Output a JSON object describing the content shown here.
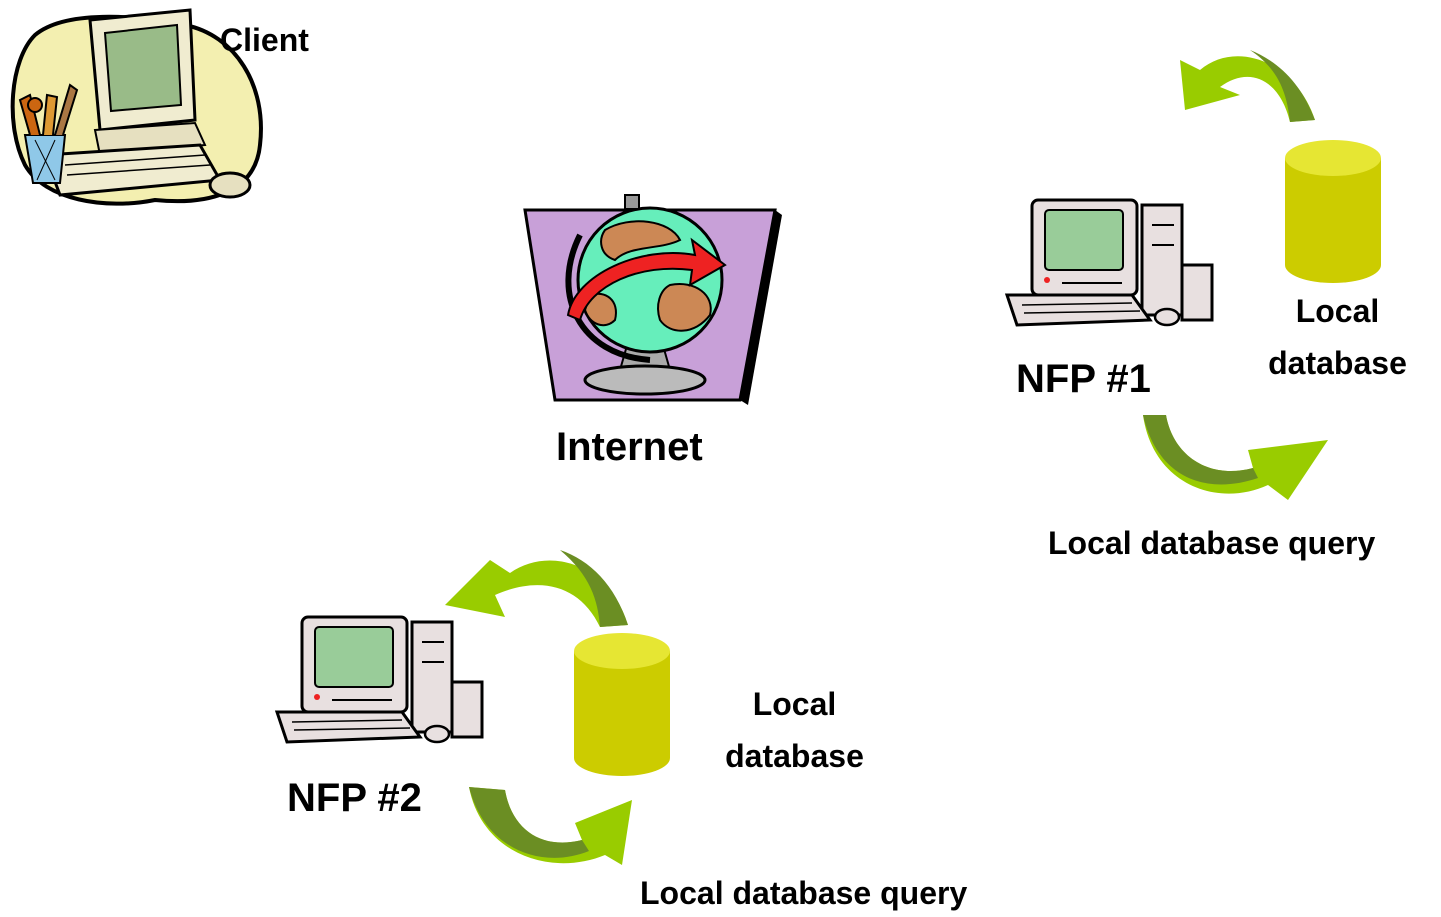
{
  "nodes": {
    "client": {
      "label": "Client",
      "icon": "desktop-computer-clipart-icon"
    },
    "internet": {
      "label": "Internet",
      "icon": "globe-clipart-icon"
    },
    "nfp1": {
      "label": "NFP #1",
      "db_label": "Local database",
      "query_label": "Local database query"
    },
    "nfp2": {
      "label": "NFP #2",
      "db_label": "Local database",
      "query_label": "Local database query"
    }
  },
  "colors": {
    "arrow_light": "#99cc00",
    "arrow_dark": "#6b8e23",
    "database": "#cccc00",
    "database_top": "#e6e633",
    "computer_body": "#e8e0e0",
    "screen": "#99cc99",
    "globe_bg": "#c8a0d8",
    "globe_sea": "#66eebb",
    "globe_land": "#cc8855",
    "globe_arrow": "#ee2222"
  }
}
